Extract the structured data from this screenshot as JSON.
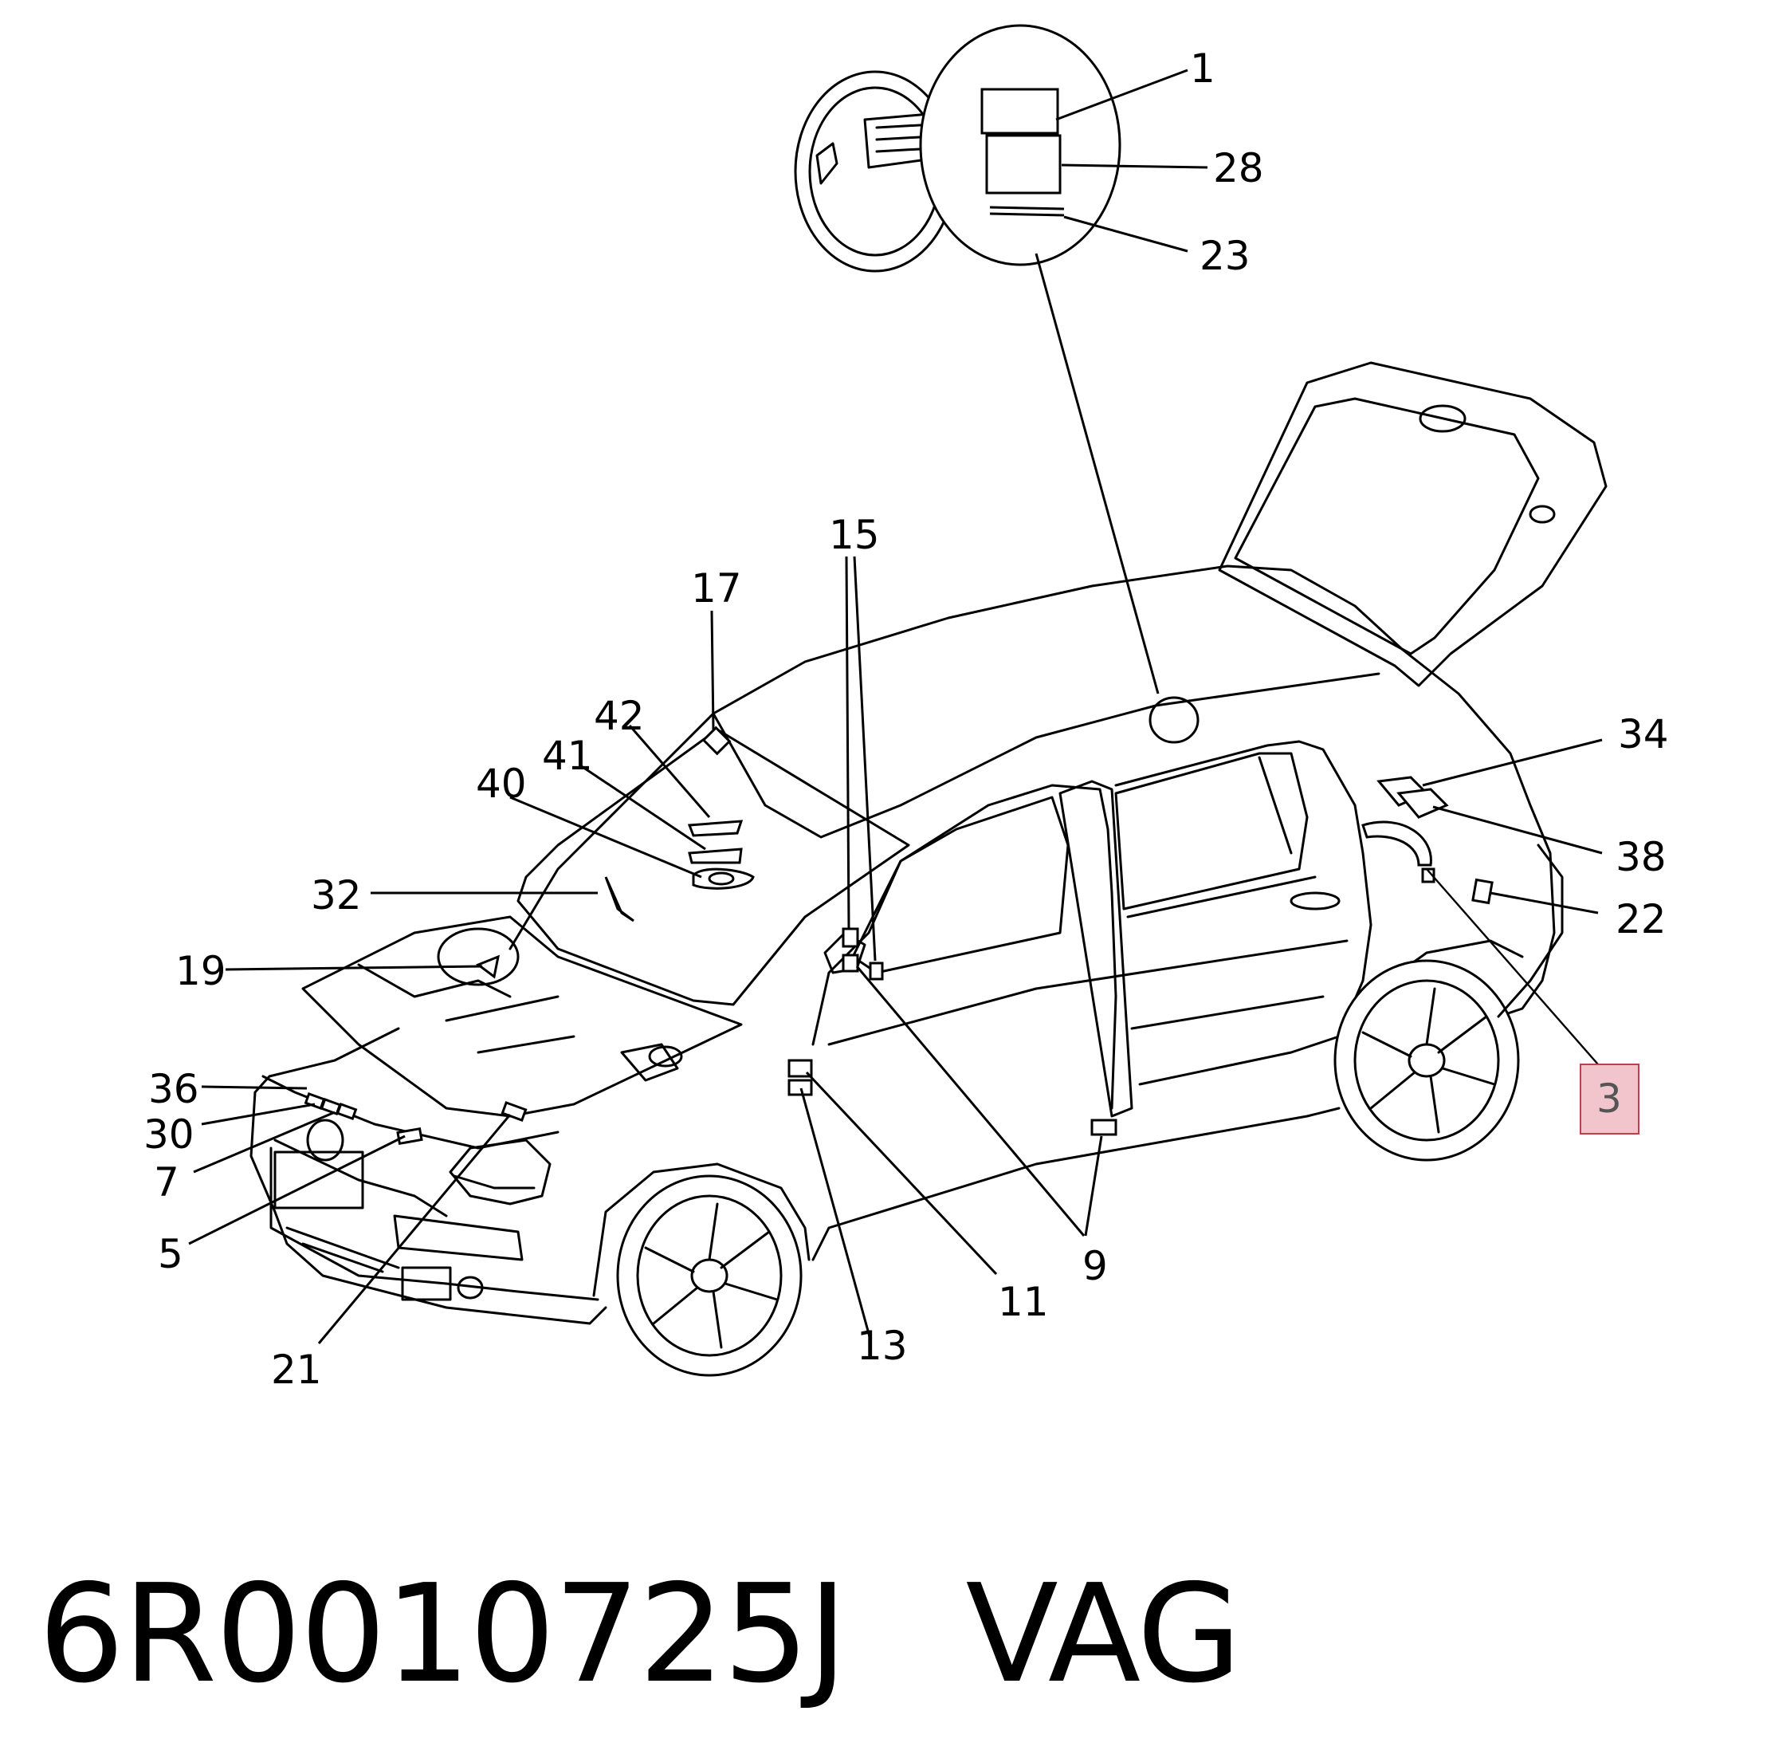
{
  "callouts": {
    "c1": "1",
    "c28": "28",
    "c23": "23",
    "c15": "15",
    "c17": "17",
    "c42": "42",
    "c41": "41",
    "c40": "40",
    "c32": "32",
    "c19": "19",
    "c36": "36",
    "c30": "30",
    "c7": "7",
    "c5": "5",
    "c21": "21",
    "c13": "13",
    "c11": "11",
    "c9": "9",
    "c34": "34",
    "c38": "38",
    "c22": "22",
    "c3": "3"
  },
  "highlight": {
    "callout": "3",
    "color": "#f2c4cc",
    "border": "#c0404a"
  },
  "footer": {
    "part_number": "6R0010725J",
    "brand": "VAG"
  }
}
